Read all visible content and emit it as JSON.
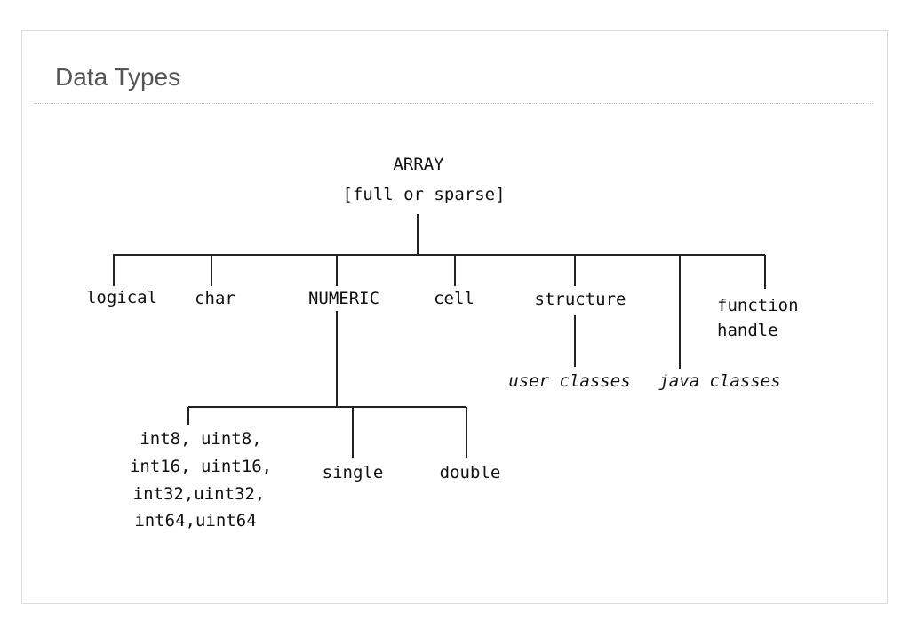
{
  "slide": {
    "title": "Data Types"
  },
  "diagram": {
    "root": {
      "name": "ARRAY",
      "note": "[full or sparse]"
    },
    "children": {
      "logical": "logical",
      "char": "char",
      "numeric": "NUMERIC",
      "cell": "cell",
      "structure": "structure",
      "function_handle": [
        "function",
        "handle"
      ]
    },
    "structure_sub": {
      "user_classes": "user classes",
      "java_classes": "java classes"
    },
    "numeric_children": {
      "integers": [
        "int8, uint8,",
        "int16, uint16,",
        "int32,uint32,",
        "int64,uint64"
      ],
      "single": "single",
      "double": "double"
    }
  }
}
